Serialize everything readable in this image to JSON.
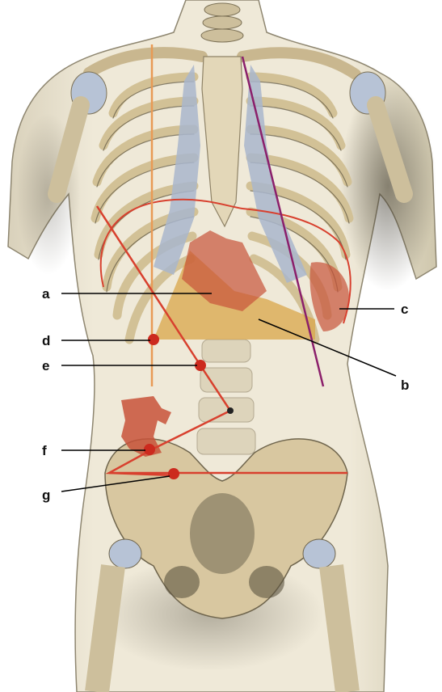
{
  "figure": {
    "labels": {
      "a": "a",
      "b": "b",
      "c": "c",
      "d": "d",
      "e": "e",
      "f": "f",
      "g": "g"
    }
  },
  "colors": {
    "skin": "#ece5d2",
    "bone": "#d8c7a0",
    "cartilage": "#a9b6cc",
    "shadow": "#4a4536",
    "organ_red": "#c8523a",
    "organ_yellow": "#d9a64a",
    "marker_red": "#cc2a1e",
    "line_red": "#d8402e",
    "midclavicular_orange": "#e89a55",
    "anterior_axillary_purple": "#8b1f6b",
    "leader": "#000000"
  }
}
